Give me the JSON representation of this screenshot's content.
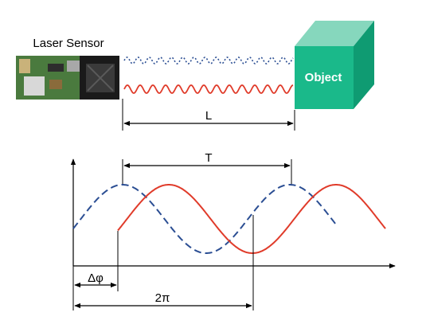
{
  "labels": {
    "sensor": "Laser Sensor",
    "object": "Object",
    "distance": "L",
    "period": "T",
    "phase_shift": "Δφ",
    "two_pi": "2π"
  },
  "colors": {
    "emitted_wave": "#2b4e93",
    "reflected_wave": "#e03b2a",
    "object_front": "#1ab98a",
    "object_top": "#86d7bd",
    "object_side": "#0f9b72",
    "sensor_board": "#3f6f3a",
    "axis": "#000000"
  }
}
